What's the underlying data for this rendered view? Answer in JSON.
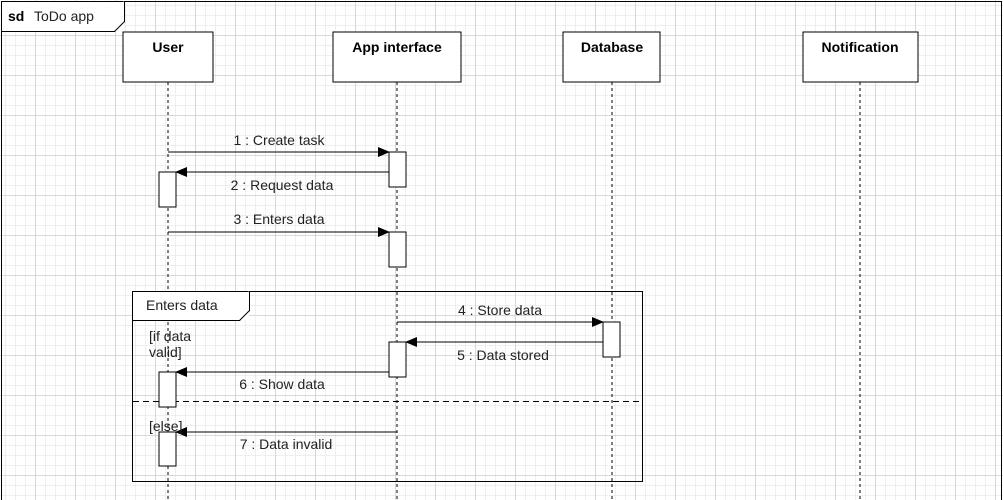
{
  "frame": {
    "keyword": "sd",
    "title": "ToDo app"
  },
  "lifelines": [
    {
      "id": "user",
      "label": "User"
    },
    {
      "id": "app",
      "label": "App interface"
    },
    {
      "id": "db",
      "label": "Database"
    },
    {
      "id": "notif",
      "label": "Notification"
    }
  ],
  "messages": [
    {
      "label": "1 : Create task",
      "from": "user",
      "to": "app"
    },
    {
      "label": "2 : Request data",
      "from": "app",
      "to": "user"
    },
    {
      "label": "3 : Enters data",
      "from": "user",
      "to": "app"
    },
    {
      "label": "4 : Store data",
      "from": "app",
      "to": "db"
    },
    {
      "label": "5 : Data stored",
      "from": "db",
      "to": "app"
    },
    {
      "label": "6 : Show data",
      "from": "app",
      "to": "user"
    },
    {
      "label": "7 : Data invalid",
      "from": "app",
      "to": "user"
    }
  ],
  "fragment": {
    "label": "Enters data",
    "guard_if_line1": "[if data",
    "guard_if_line2": "valid]",
    "guard_else": "[else]"
  },
  "colors": {
    "line": "#000000",
    "text": "#222222",
    "box_fill": "#ffffff"
  }
}
